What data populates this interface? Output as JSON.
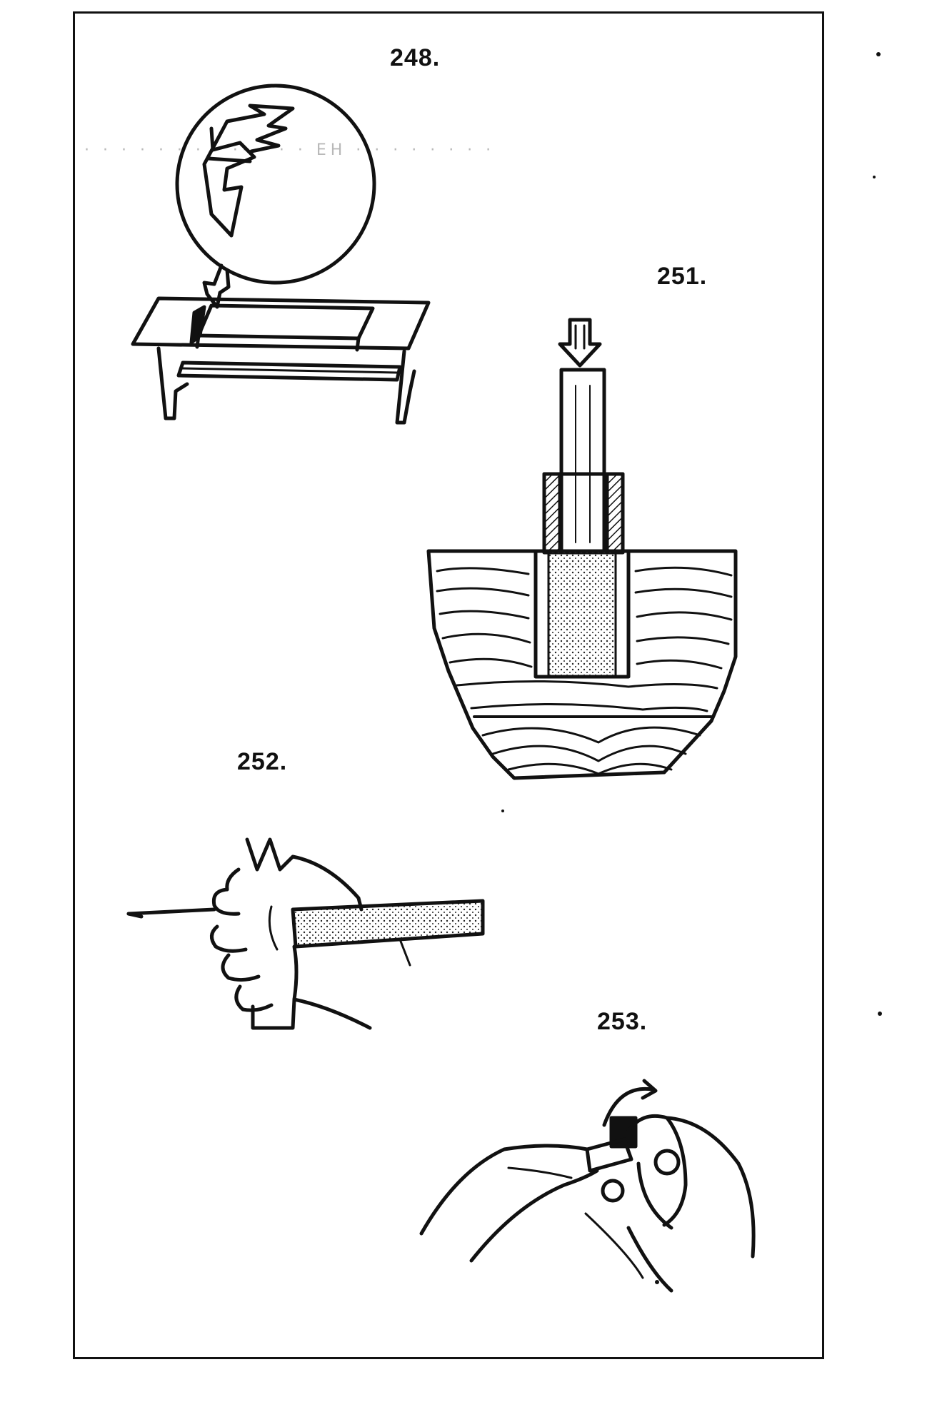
{
  "figures": [
    {
      "id": "248",
      "label": "248."
    },
    {
      "id": "251",
      "label": "251."
    },
    {
      "id": "252",
      "label": "252."
    },
    {
      "id": "253",
      "label": "253."
    }
  ],
  "bleed_through_text": "· · ·  · · ·  · ·  ·· · · ·  EH · ·  · · · · · ·"
}
